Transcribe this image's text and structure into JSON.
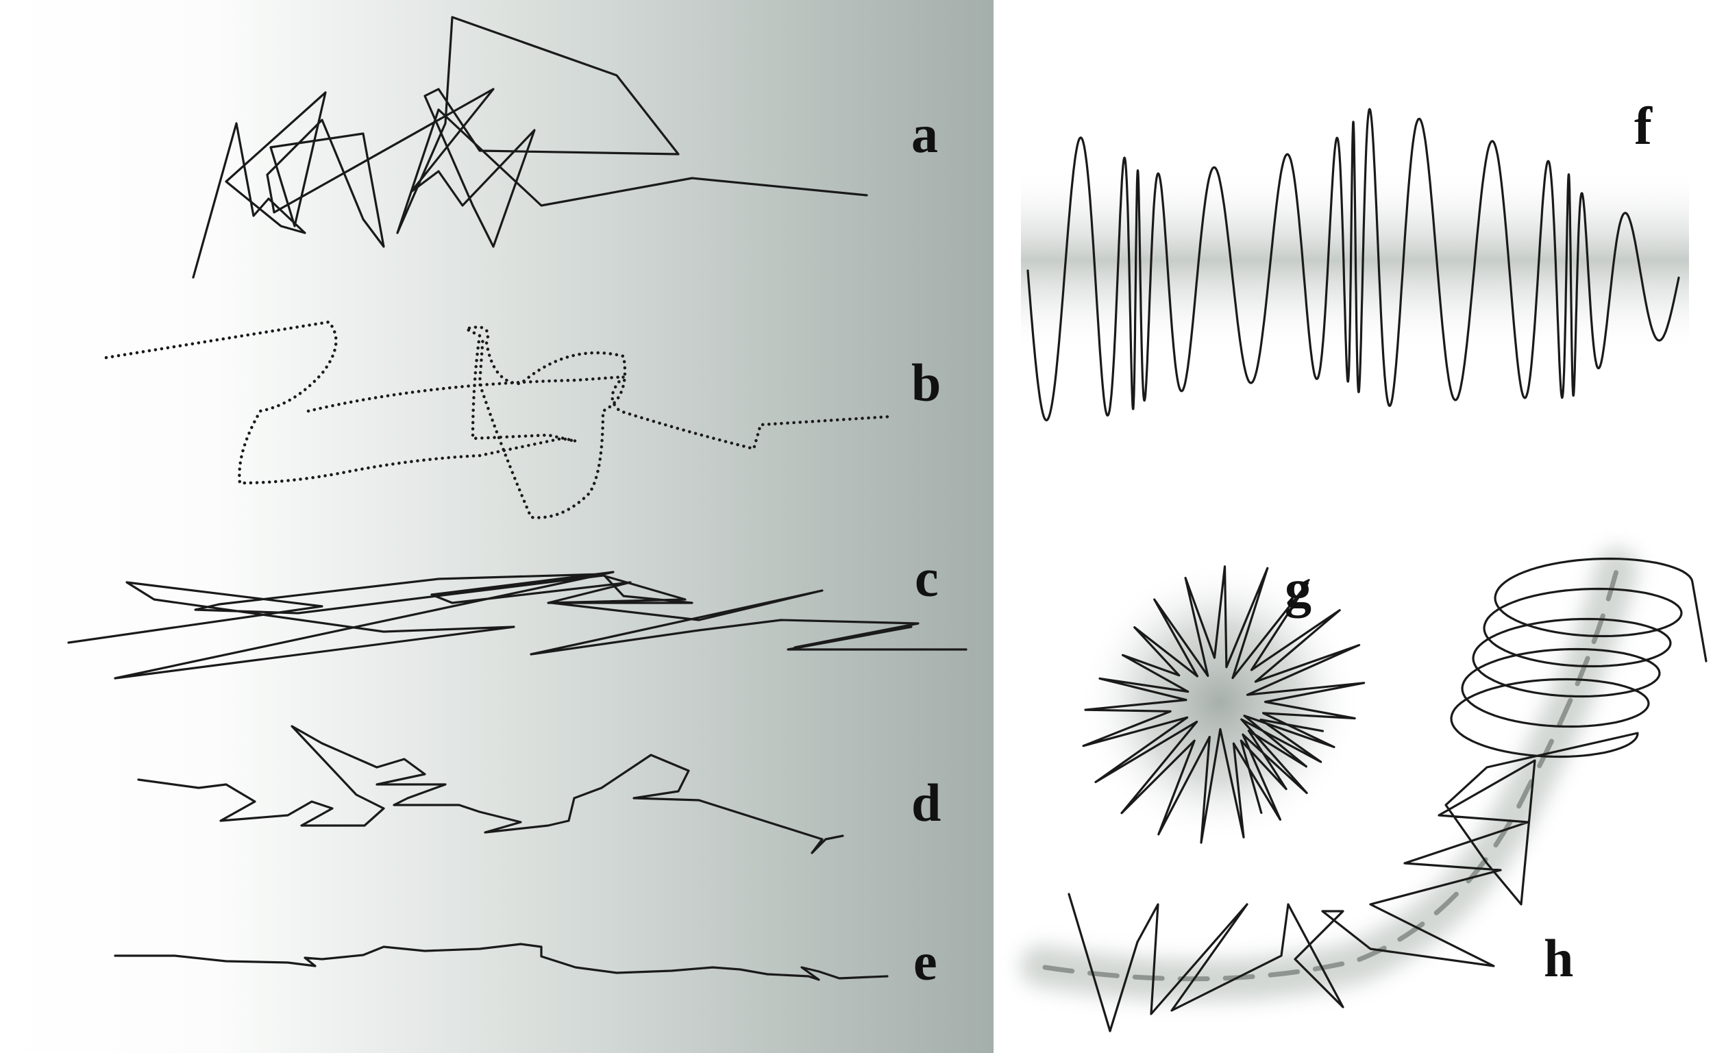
{
  "panels": {
    "a": {
      "label": "a"
    },
    "b": {
      "label": "b"
    },
    "c": {
      "label": "c"
    },
    "d": {
      "label": "d"
    },
    "e": {
      "label": "e"
    },
    "f": {
      "label": "f"
    },
    "g": {
      "label": "g"
    },
    "h": {
      "label": "h"
    }
  },
  "colors": {
    "background_gradient_start": "#ffffff",
    "background_gradient_end": "#a8b1ad",
    "trace": "#1a1a1a",
    "shaded_band": "#b9c0bc"
  }
}
